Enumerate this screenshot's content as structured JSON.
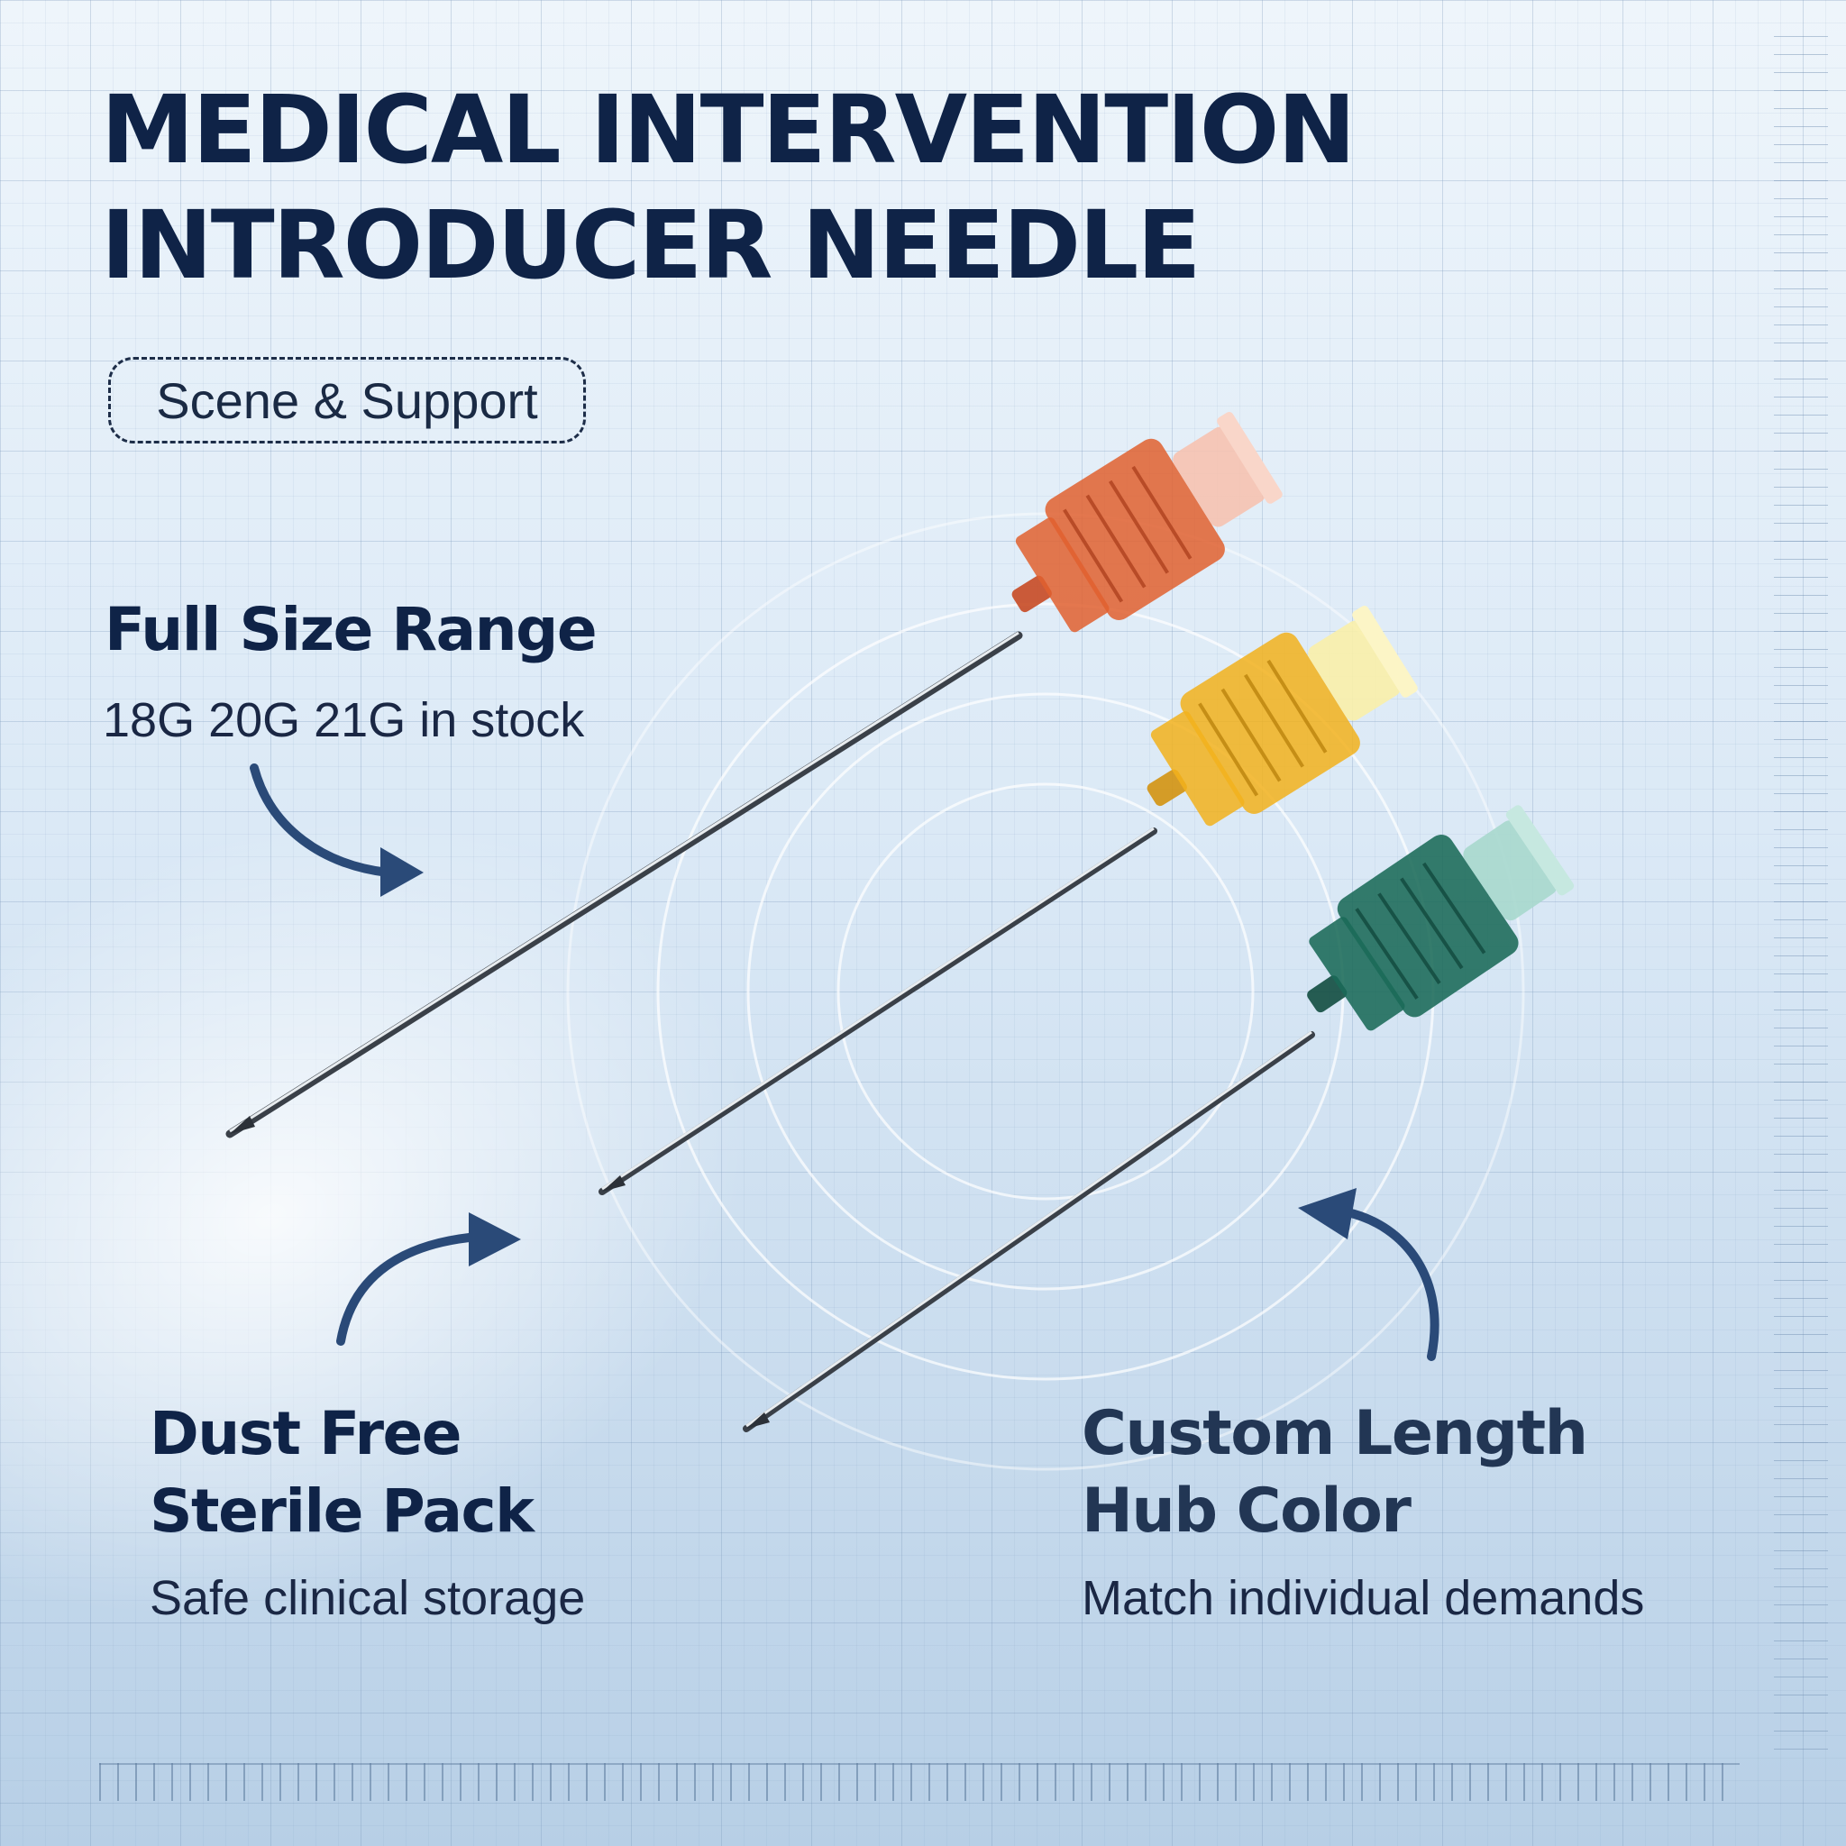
{
  "title": {
    "line1": "MEDICAL INTERVENTION",
    "line2": "INTRODUCER NEEDLE"
  },
  "badge": "Scene & Support",
  "features": {
    "size_range": {
      "heading": "Full Size Range",
      "subtitle": "18G 20G 21G in stock"
    },
    "sterile_pack": {
      "heading_line1": "Dust Free",
      "heading_line2": "Sterile Pack",
      "subtitle": "Safe clinical storage"
    },
    "custom": {
      "heading_line1": "Custom Length",
      "heading_line2": "Hub Color",
      "subtitle": "Match individual demands"
    }
  },
  "needles": [
    {
      "name": "orange-needle",
      "hub_color": "#e0602f"
    },
    {
      "name": "yellow-needle",
      "hub_color": "#f2b21c"
    },
    {
      "name": "green-needle",
      "hub_color": "#1a6a58"
    }
  ],
  "colors": {
    "text_primary": "#0f2347",
    "arrow": "#2a4a78",
    "background": "#dbe9f6"
  }
}
